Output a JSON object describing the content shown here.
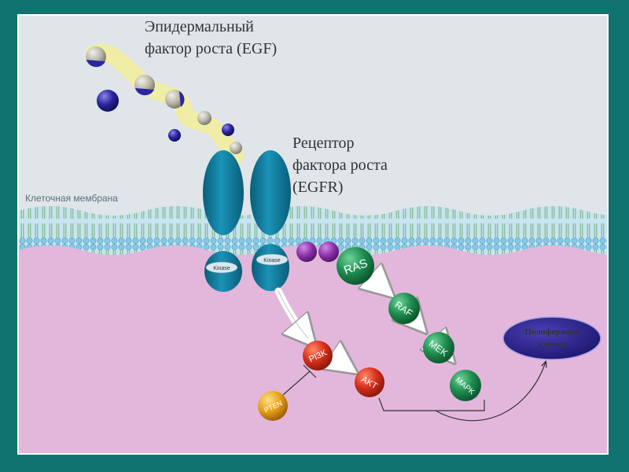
{
  "egf_title": {
    "line1": "Эпидермальный",
    "line2": "фактор роста (EGF)"
  },
  "receptor_title": {
    "line1": "Рецептор",
    "line2": "фактора роста",
    "line3": "(EGFR)"
  },
  "membrane_label": "Клеточная мембрана",
  "kinase_labels": [
    "Kinase",
    "Kinase"
  ],
  "proteins": {
    "ras": "RAS",
    "raf": "RAF",
    "mek": "MEK",
    "mapk": "MAPK",
    "pi3k": "PI3K",
    "akt": "AKT",
    "pten": "PTEN"
  },
  "outcome": {
    "line1": "Полиферация",
    "line2": "клетки"
  },
  "colors": {
    "frame": "#107370",
    "outside": "#dfe5e9",
    "inside": "#e3b7dc",
    "receptor": "#0e7fa0",
    "ras_pathway": "#1e8b4f",
    "pi3k_pathway": "#d62a1c",
    "pten": "#e4a11a",
    "outcome": "#2e2390"
  }
}
